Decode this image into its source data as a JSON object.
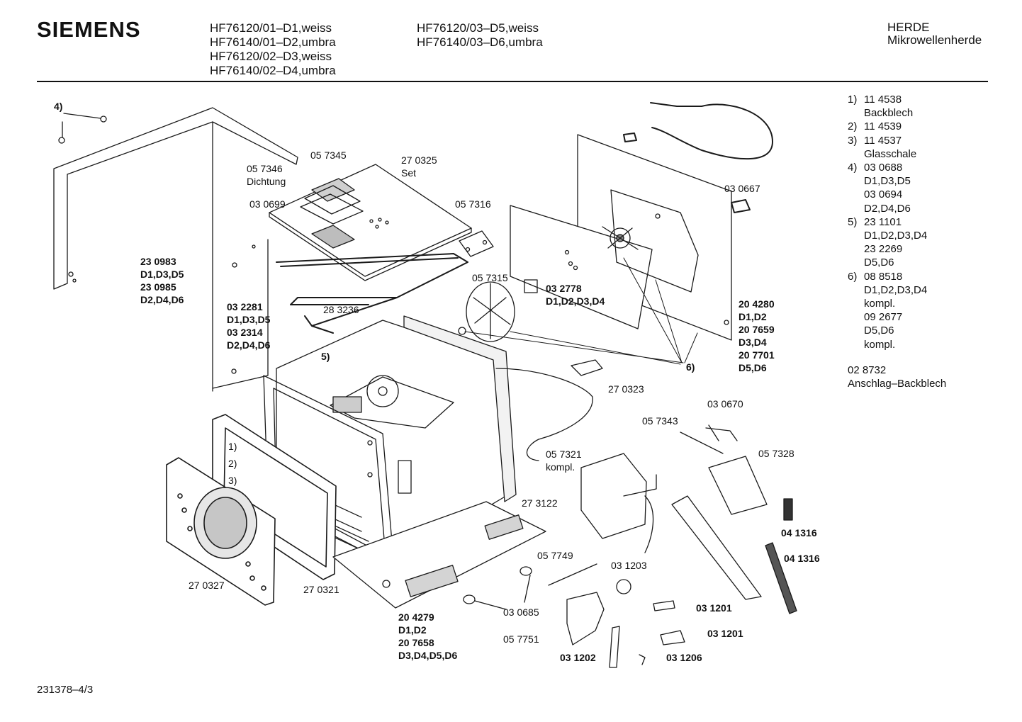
{
  "header": {
    "brand": "SIEMENS",
    "models_col1": [
      "HF76120/01–D1,weiss",
      "HF76140/01–D2,umbra",
      "HF76120/02–D3,weiss",
      "HF76140/02–D4,umbra"
    ],
    "models_col2": [
      "HF76120/03–D5,weiss",
      "HF76140/03–D6,umbra"
    ],
    "category": "HERDE",
    "subcategory": "Mikrowellenherde"
  },
  "callouts": {
    "c_4": "4)",
    "c_057345": "05 7345",
    "c_270325": "27 0325\nSet",
    "c_057346": "05 7346\nDichtung",
    "c_030699": "03 0699",
    "c_030667": "03 0667",
    "c_057316": "05 7316",
    "c_230983": "23 0983\nD1,D3,D5\n23 0985\nD2,D4,D6",
    "c_057315": "05 7315",
    "c_032778": "03 2778\nD1,D2,D3,D4",
    "c_032281": "03 2281\nD1,D3,D5\n03 2314\nD2,D4,D6",
    "c_283236": "28 3236",
    "c_204280": "20 4280\nD1,D2\n20 7659\nD3,D4\n20 7701\nD5,D6",
    "c_5": "5)",
    "c_6": "6)",
    "c_270323": "27 0323",
    "c_030670": "03 0670",
    "c_057343": "05 7343",
    "c_1": "1)",
    "c_2": "2)",
    "c_3": "3)",
    "c_057321": "05 7321\nkompl.",
    "c_057328": "05 7328",
    "c_273122": "27 3122",
    "c_041316a": "04 1316",
    "c_041316b": "04 1316",
    "c_057749": "05 7749",
    "c_031203": "03 1203",
    "c_270327": "27 0327",
    "c_270321": "27 0321",
    "c_031201a": "03 1201",
    "c_030685": "03 0685",
    "c_204279": "20 4279\nD1,D2\n20 7658\nD3,D4,D5,D6",
    "c_057751": "05 7751",
    "c_031201b": "03 1201",
    "c_031202": "03 1202",
    "c_031206": "03 1206"
  },
  "legend": [
    {
      "num": "1)",
      "lines": [
        "11 4538",
        "Backblech"
      ]
    },
    {
      "num": "2)",
      "lines": [
        "11 4539"
      ]
    },
    {
      "num": "3)",
      "lines": [
        "11 4537",
        "Glasschale"
      ]
    },
    {
      "num": "4)",
      "lines": [
        "03 0688",
        "D1,D3,D5",
        "03 0694",
        "D2,D4,D6"
      ]
    },
    {
      "num": "5)",
      "lines": [
        "23 1101",
        "D1,D2,D3,D4",
        "23 2269",
        "D5,D6"
      ]
    },
    {
      "num": "6)",
      "lines": [
        "08 8518",
        "D1,D2,D3,D4",
        "kompl.",
        "09 2677",
        "D5,D6",
        "kompl."
      ]
    }
  ],
  "note": "02 8732\nAnschlag–Backblech",
  "footer": "231378–4/3"
}
